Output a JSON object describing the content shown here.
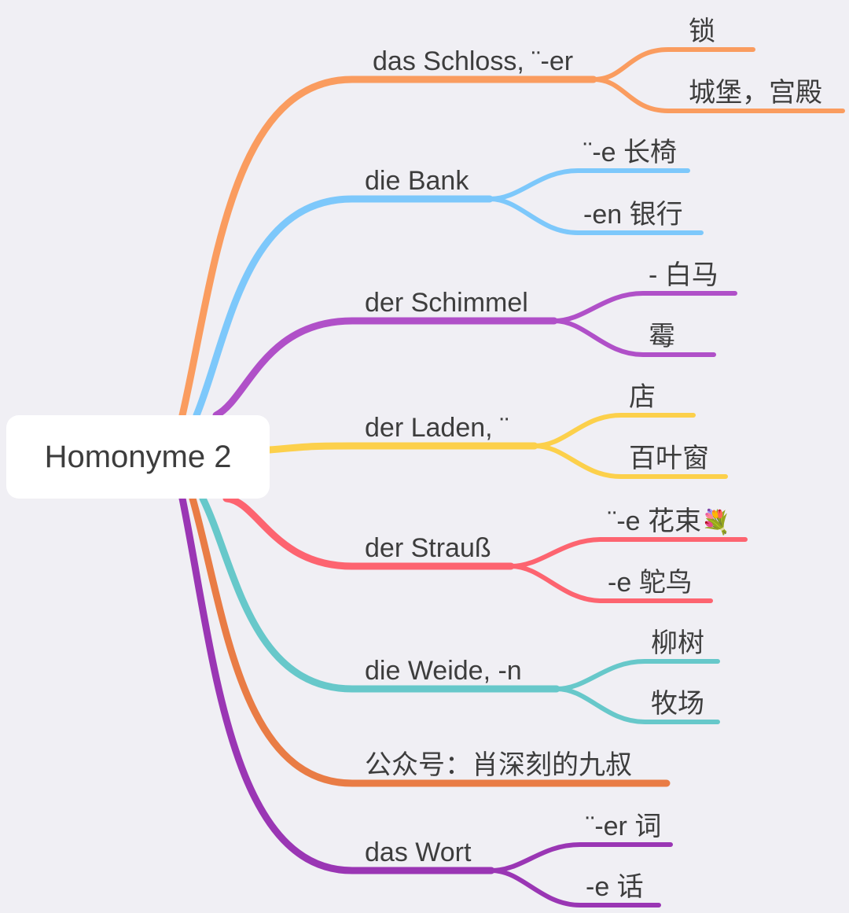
{
  "root": {
    "label": "Homonyme 2"
  },
  "branches": [
    {
      "label": "das Schloss, ¨-er",
      "color": "#fa9c5f",
      "children": [
        {
          "label": "锁"
        },
        {
          "label": "城堡，宫殿"
        }
      ]
    },
    {
      "label": "die Bank",
      "color": "#7dc8fb",
      "children": [
        {
          "label": "¨-e 长椅"
        },
        {
          "label": "-en 银行"
        }
      ]
    },
    {
      "label": "der Schimmel",
      "color": "#b050c8",
      "children": [
        {
          "label": "- 白马"
        },
        {
          "label": "霉"
        }
      ]
    },
    {
      "label": "der Laden, ¨",
      "color": "#fcd04b",
      "children": [
        {
          "label": "店"
        },
        {
          "label": "百叶窗"
        }
      ]
    },
    {
      "label": "der Strauß",
      "color": "#fd6470",
      "children": [
        {
          "label": "¨-e 花束",
          "icon": "flower-bouquet-icon"
        },
        {
          "label": "-e 鸵鸟"
        }
      ]
    },
    {
      "label": "die Weide, -n",
      "color": "#67c8ca",
      "children": [
        {
          "label": "柳树"
        },
        {
          "label": "牧场"
        }
      ]
    },
    {
      "label": "公众号：肖深刻的九叔",
      "color": "#e97c45",
      "children": []
    },
    {
      "label": "das Wort",
      "color": "#9a36b4",
      "children": [
        {
          "label": "¨-er 词"
        },
        {
          "label": "-e 话"
        }
      ]
    }
  ]
}
